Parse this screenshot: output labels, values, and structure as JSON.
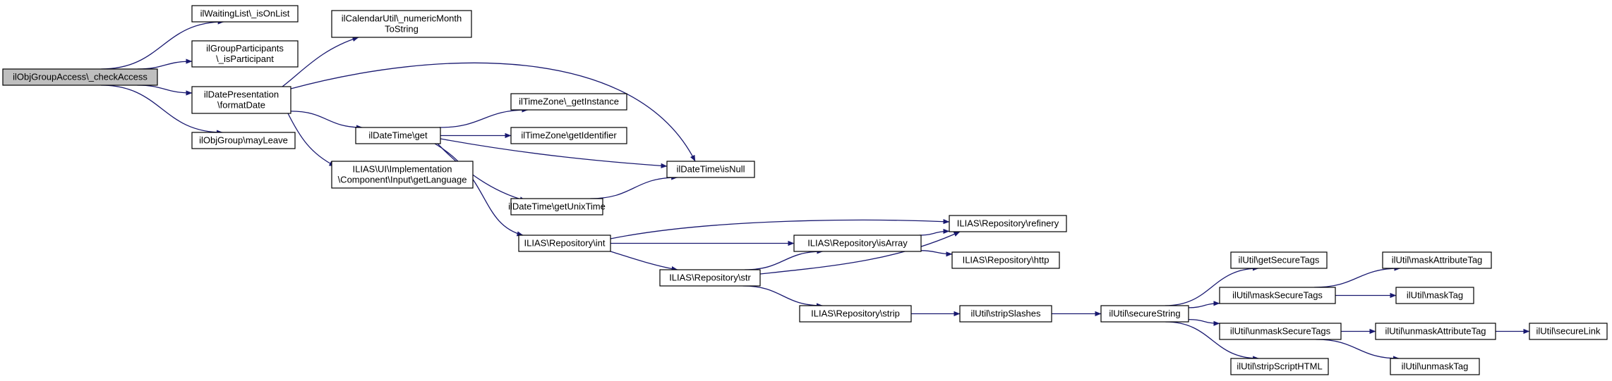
{
  "colors": {
    "edge": "#191970",
    "root_fill": "#bfbfbf",
    "node_fill": "#ffffff",
    "border": "#000000"
  },
  "nodes": [
    {
      "id": "checkAccess",
      "lines": [
        "ilObjGroupAccess\\_checkAccess"
      ],
      "root": true
    },
    {
      "id": "isOnList",
      "lines": [
        "ilWaitingList\\_isOnList"
      ]
    },
    {
      "id": "isParticipant",
      "lines": [
        "ilGroupParticipants",
        "\\_isParticipant"
      ]
    },
    {
      "id": "formatDate",
      "lines": [
        "ilDatePresentation",
        "\\formatDate"
      ]
    },
    {
      "id": "mayLeave",
      "lines": [
        "ilObjGroup\\mayLeave"
      ]
    },
    {
      "id": "numericMonth",
      "lines": [
        "ilCalendarUtil\\_numericMonth",
        "ToString"
      ]
    },
    {
      "id": "getLanguage",
      "lines": [
        "ILIAS\\UI\\Implementation",
        "\\Component\\Input\\getLanguage"
      ]
    },
    {
      "id": "dtGet",
      "lines": [
        "ilDateTime\\get"
      ]
    },
    {
      "id": "tzGetInstance",
      "lines": [
        "ilTimeZone\\_getInstance"
      ]
    },
    {
      "id": "tzGetIdentifier",
      "lines": [
        "ilTimeZone\\getIdentifier"
      ]
    },
    {
      "id": "dtIsNull",
      "lines": [
        "ilDateTime\\isNull"
      ]
    },
    {
      "id": "dtGetUnixTime",
      "lines": [
        "ilDateTime\\getUnixTime"
      ]
    },
    {
      "id": "repoInt",
      "lines": [
        "ILIAS\\Repository\\int"
      ]
    },
    {
      "id": "repoRefinery",
      "lines": [
        "ILIAS\\Repository\\refinery"
      ]
    },
    {
      "id": "repoIsArray",
      "lines": [
        "ILIAS\\Repository\\isArray"
      ]
    },
    {
      "id": "repoHttp",
      "lines": [
        "ILIAS\\Repository\\http"
      ]
    },
    {
      "id": "repoStr",
      "lines": [
        "ILIAS\\Repository\\str"
      ]
    },
    {
      "id": "repoStrip",
      "lines": [
        "ILIAS\\Repository\\strip"
      ]
    },
    {
      "id": "stripSlashes",
      "lines": [
        "ilUtil\\stripSlashes"
      ]
    },
    {
      "id": "secureString",
      "lines": [
        "ilUtil\\secureString"
      ]
    },
    {
      "id": "getSecureTags",
      "lines": [
        "ilUtil\\getSecureTags"
      ]
    },
    {
      "id": "maskSecureTags",
      "lines": [
        "ilUtil\\maskSecureTags"
      ]
    },
    {
      "id": "unmaskSecureTags",
      "lines": [
        "ilUtil\\unmaskSecureTags"
      ]
    },
    {
      "id": "stripScriptHTML",
      "lines": [
        "ilUtil\\stripScriptHTML"
      ]
    },
    {
      "id": "maskAttributeTag",
      "lines": [
        "ilUtil\\maskAttributeTag"
      ]
    },
    {
      "id": "maskTag",
      "lines": [
        "ilUtil\\maskTag"
      ]
    },
    {
      "id": "unmaskAttributeTag",
      "lines": [
        "ilUtil\\unmaskAttributeTag"
      ]
    },
    {
      "id": "unmaskTag",
      "lines": [
        "ilUtil\\unmaskTag"
      ]
    },
    {
      "id": "secureLink",
      "lines": [
        "ilUtil\\secureLink"
      ]
    }
  ],
  "edges": [
    {
      "from": "checkAccess",
      "to": "isOnList"
    },
    {
      "from": "checkAccess",
      "to": "isParticipant"
    },
    {
      "from": "checkAccess",
      "to": "formatDate"
    },
    {
      "from": "checkAccess",
      "to": "mayLeave"
    },
    {
      "from": "formatDate",
      "to": "numericMonth"
    },
    {
      "from": "formatDate",
      "to": "dtGet"
    },
    {
      "from": "formatDate",
      "to": "getLanguage"
    },
    {
      "from": "formatDate",
      "to": "dtIsNull"
    },
    {
      "from": "dtGet",
      "to": "tzGetInstance"
    },
    {
      "from": "dtGet",
      "to": "tzGetIdentifier"
    },
    {
      "from": "dtGet",
      "to": "dtIsNull"
    },
    {
      "from": "dtGet",
      "to": "dtGetUnixTime"
    },
    {
      "from": "dtGet",
      "to": "repoInt"
    },
    {
      "from": "dtGetUnixTime",
      "to": "dtIsNull"
    },
    {
      "from": "repoInt",
      "to": "repoRefinery"
    },
    {
      "from": "repoInt",
      "to": "repoIsArray"
    },
    {
      "from": "repoInt",
      "to": "repoStr"
    },
    {
      "from": "repoIsArray",
      "to": "repoRefinery"
    },
    {
      "from": "repoIsArray",
      "to": "repoHttp"
    },
    {
      "from": "repoStr",
      "to": "repoIsArray"
    },
    {
      "from": "repoStr",
      "to": "repoRefinery"
    },
    {
      "from": "repoStr",
      "to": "repoStrip"
    },
    {
      "from": "repoStrip",
      "to": "stripSlashes"
    },
    {
      "from": "stripSlashes",
      "to": "secureString"
    },
    {
      "from": "secureString",
      "to": "getSecureTags"
    },
    {
      "from": "secureString",
      "to": "maskSecureTags"
    },
    {
      "from": "secureString",
      "to": "unmaskSecureTags"
    },
    {
      "from": "secureString",
      "to": "stripScriptHTML"
    },
    {
      "from": "maskSecureTags",
      "to": "maskAttributeTag"
    },
    {
      "from": "maskSecureTags",
      "to": "maskTag"
    },
    {
      "from": "unmaskSecureTags",
      "to": "unmaskAttributeTag"
    },
    {
      "from": "unmaskSecureTags",
      "to": "unmaskTag"
    },
    {
      "from": "unmaskAttributeTag",
      "to": "secureLink"
    }
  ]
}
